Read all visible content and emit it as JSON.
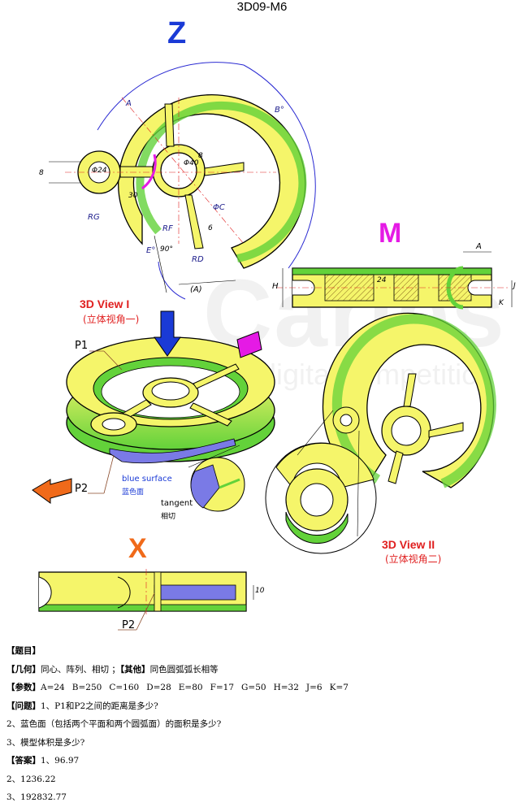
{
  "title": "3D09-M6",
  "views": {
    "z": "Z",
    "m": "M",
    "x": "X",
    "view1": "3D View I",
    "view1_cn": "(立体视角一)",
    "view2": "3D View II",
    "view2_cn": "(立体视角二)"
  },
  "labels": {
    "p1": "P1",
    "p2": "P2",
    "p2_x": "P2",
    "blue_surface": "blue surface",
    "blue_surface_cn": "蓝色面",
    "tangent": "tangent",
    "tangent_cn": "相切"
  },
  "dims": {
    "a": "A",
    "b": "B°",
    "phi24": "Φ24",
    "phi40": "Φ40",
    "phi_c": "ΦC",
    "d8": "8",
    "d8b": "8",
    "d30": "30",
    "rg": "RG",
    "rf": "RF",
    "rd": "RD",
    "d6": "6",
    "e": "E°",
    "d90": "90°",
    "a_paren": "(A)",
    "m_a": "A",
    "m_h": "H",
    "m_24": "24",
    "m_j": "J",
    "m_k": "K",
    "x_10": "10"
  },
  "watermark": {
    "brand": "Caries",
    "sub": "digital competition"
  },
  "text": {
    "h_topic": "【题目】",
    "geometry_label": "【几何】",
    "geometry": "同心、阵列、相切 ；",
    "other_label": "【其他】",
    "other": "同色圆弧弧长相等",
    "params_label": "【参数】",
    "params": [
      "A=24",
      "B=250",
      "C=160",
      "D=28",
      "E=80",
      "F=17",
      "G=50",
      "H=32",
      "J=6",
      "K=7"
    ],
    "questions_label": "【问题】",
    "q1": "1、P1和P2之间的距离是多少?",
    "q2": "2、蓝色面（包括两个平面和两个圆弧面）的面积是多少?",
    "q3": "3、模型体积是多少?",
    "answers_label": "【答案】",
    "a1": "1、96.97",
    "a2": "2、1236.22",
    "a3": "3、192832.77"
  },
  "colors": {
    "yellow": "#f5f56a",
    "green": "#63d23a",
    "blue_dim": "#2a2ad2",
    "magenta": "#e51ae5",
    "orange": "#f06a1a",
    "red_label": "#e02020",
    "blue_face": "#7a7ae6",
    "view_blue": "#1a3ad6"
  }
}
